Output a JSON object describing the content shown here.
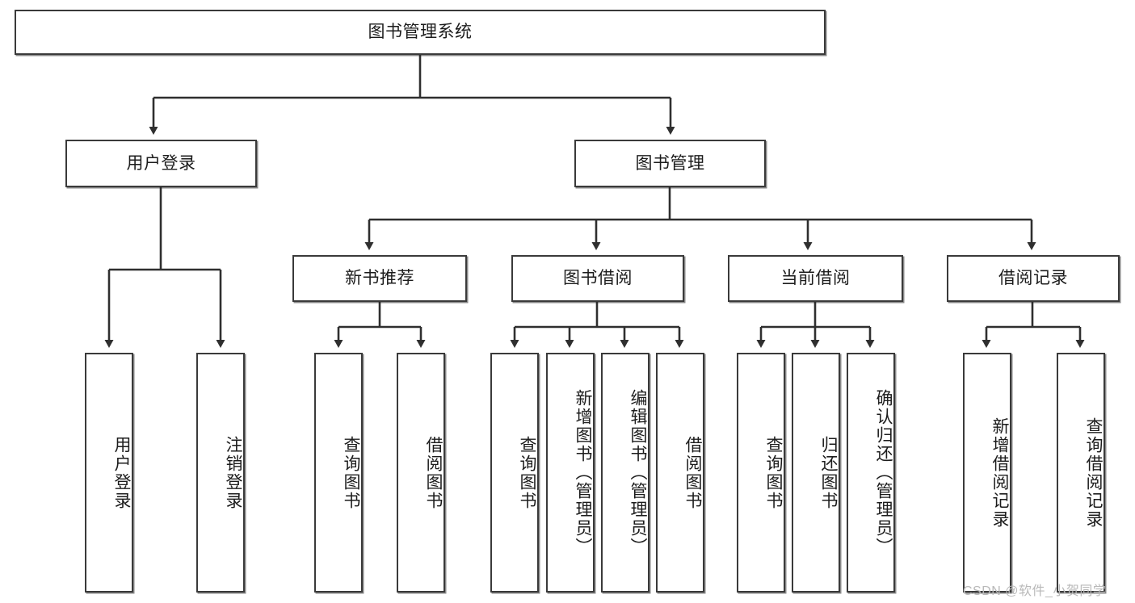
{
  "diagram": {
    "title": "图书管理系统",
    "type": "tree-hierarchy-chart",
    "root": {
      "id": "root",
      "label": "图书管理系统"
    },
    "level2": [
      {
        "id": "user-login",
        "label": "用户登录"
      },
      {
        "id": "book-manage",
        "label": "图书管理"
      }
    ],
    "level3": [
      {
        "id": "new-book-rec",
        "label": "新书推荐"
      },
      {
        "id": "book-borrow",
        "label": "图书借阅"
      },
      {
        "id": "current-borrow",
        "label": "当前借阅"
      },
      {
        "id": "borrow-record",
        "label": "借阅记录"
      }
    ],
    "leaves": {
      "user_login": [
        {
          "id": "leaf-user-login",
          "label": "用户登录"
        },
        {
          "id": "leaf-logout",
          "label": "注销登录"
        }
      ],
      "new_book_rec": [
        {
          "id": "leaf-query-book-1",
          "label": "查询图书"
        },
        {
          "id": "leaf-borrow-book-1",
          "label": "借阅图书"
        }
      ],
      "book_borrow": [
        {
          "id": "leaf-query-book-2",
          "label": "查询图书"
        },
        {
          "id": "leaf-add-book",
          "label": "新增图书（管理员）"
        },
        {
          "id": "leaf-edit-book",
          "label": "编辑图书（管理员）"
        },
        {
          "id": "leaf-borrow-book-2",
          "label": "借阅图书"
        }
      ],
      "current_borrow": [
        {
          "id": "leaf-query-book-3",
          "label": "查询图书"
        },
        {
          "id": "leaf-return-book",
          "label": "归还图书"
        },
        {
          "id": "leaf-confirm-return",
          "label": "确认归还（管理员）"
        }
      ],
      "borrow_record": [
        {
          "id": "leaf-add-record",
          "label": "新增借阅记录"
        },
        {
          "id": "leaf-query-record",
          "label": "查询借阅记录"
        }
      ]
    },
    "colors": {
      "box_border": "#3a3a3a",
      "box_fill": "#ffffff",
      "connector": "#2f2f2f",
      "text": "#1c1c1c",
      "watermark": "#b9b9b9"
    }
  },
  "watermark": {
    "text": "CSDN @软件_小贺同学"
  }
}
